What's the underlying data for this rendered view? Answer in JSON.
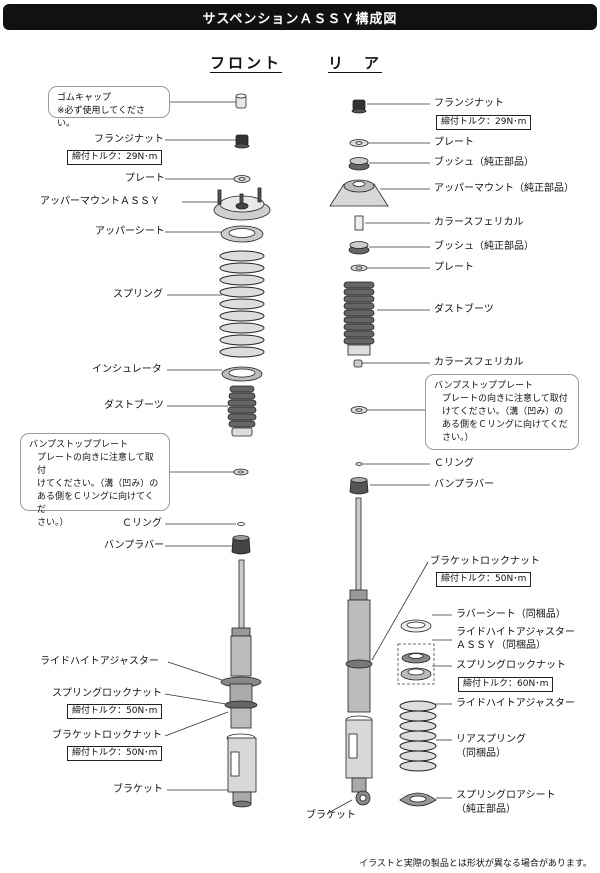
{
  "title": "サスペンションＡＳＳＹ構成図",
  "columns": {
    "front": "フロント",
    "rear": "リ　ア"
  },
  "front": {
    "cap_callout": {
      "heading": "ゴムキャップ",
      "body": "※必ず使用してください。"
    },
    "flange_nut": "フランジナット",
    "flange_nut_torque": "締付トルク：29N･m",
    "plate": "プレート",
    "upper_mount": "アッパーマウントＡＳＳＹ",
    "upper_seat": "アッパーシート",
    "spring": "スプリング",
    "insulator": "インシュレータ",
    "dust_boot": "ダストブーツ",
    "bump_plate_callout": {
      "heading": "バンプストッププレート",
      "body": "プレートの向きに注意して取付\nけてください。（溝（凹み）の\nある側をＣリングに向けてくだ\nさい。）"
    },
    "c_ring": "Ｃリング",
    "bump_rubber": "バンプラバー",
    "ride_height_adjuster": "ライドハイトアジャスター",
    "spring_lock_nut": "スプリングロックナット",
    "spring_lock_nut_torque": "締付トルク：50N･m",
    "bracket_lock_nut": "ブラケットロックナット",
    "bracket_lock_nut_torque": "締付トルク：50N･m",
    "bracket": "ブラケット"
  },
  "rear": {
    "flange_nut": "フランジナット",
    "flange_nut_torque": "締付トルク：29N･m",
    "plate": "プレート",
    "bush1": "ブッシュ（純正部品）",
    "upper_mount": "アッパーマウント（純正部品）",
    "collar1": "カラースフェリカル",
    "bush2": "ブッシュ（純正部品）",
    "plate2": "プレート",
    "dust_boot": "ダストブーツ",
    "collar2": "カラースフェリカル",
    "bump_plate_callout": {
      "heading": "バンプストッププレート",
      "body": "プレートの向きに注意して取付\nけてください。（溝（凹み）の\nある側をＣリングに向けてくだ\nさい。）"
    },
    "c_ring": "Ｃリング",
    "bump_rubber": "バンプラバー",
    "bracket_lock_nut": "ブラケットロックナット",
    "bracket_lock_nut_torque": "締付トルク：50N･m",
    "rubber_seat": "ラバーシート（同梱品）",
    "ride_height_adjuster_assy_1": "ライドハイトアジャスター",
    "ride_height_adjuster_assy_2": "ＡＳＳＹ（同梱品）",
    "spring_lock_nut": "スプリングロックナット",
    "spring_lock_nut_torque": "締付トルク：60N･m",
    "ride_height_adjuster": "ライドハイトアジャスター",
    "rear_spring_1": "リアスプリング",
    "rear_spring_2": "（同梱品）",
    "spring_lower_seat_1": "スプリングロアシート",
    "spring_lower_seat_2": "（純正部品）",
    "bracket": "ブラケット"
  },
  "footnote": "イラストと実際の製品とは形状が異なる場合があります。"
}
